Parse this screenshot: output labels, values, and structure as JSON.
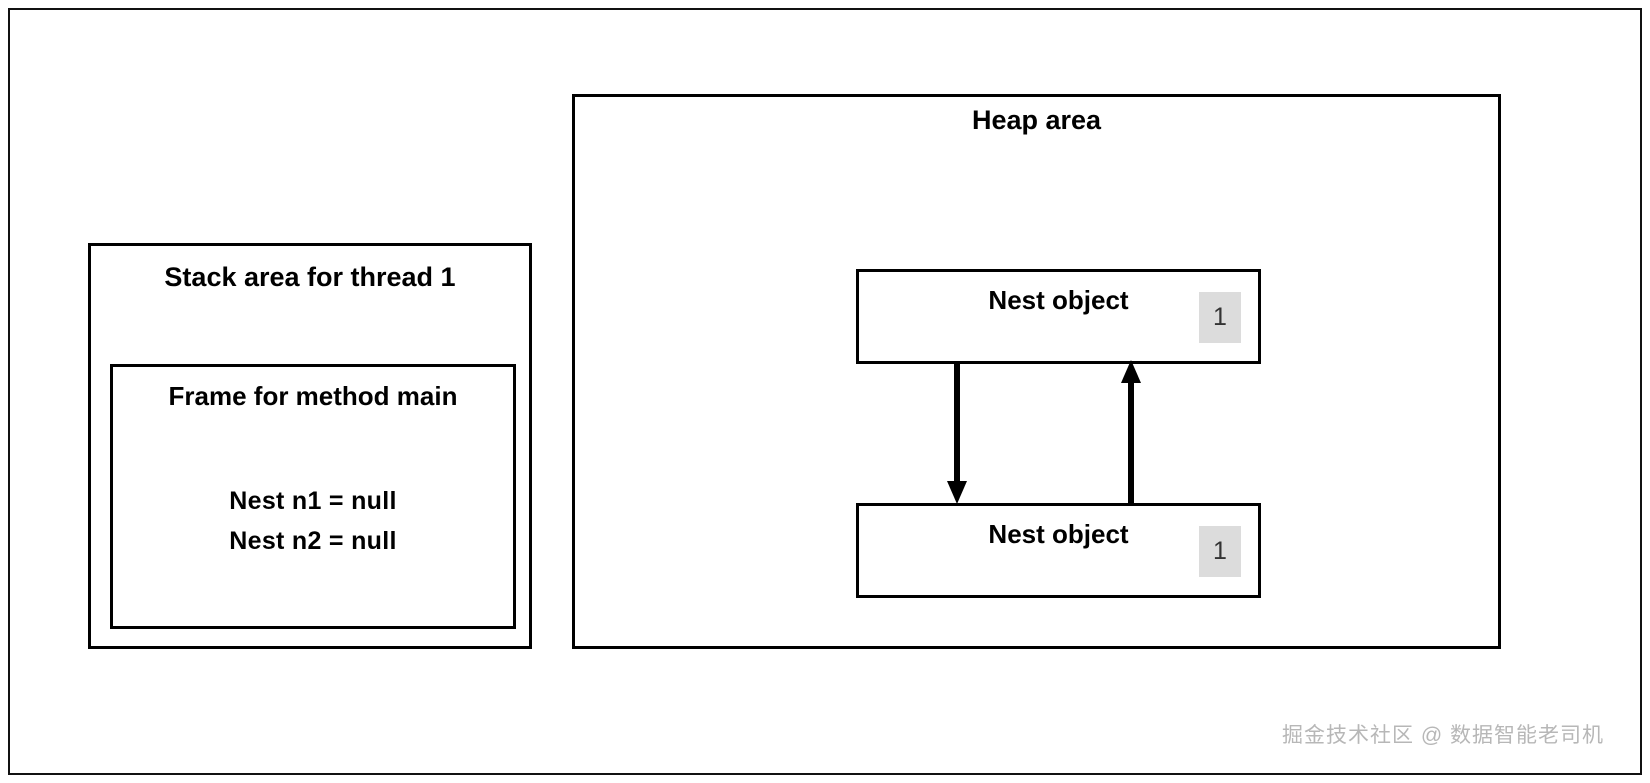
{
  "diagram": {
    "stack": {
      "title": "Stack area for thread 1",
      "frame": {
        "title": "Frame for method main",
        "variables": [
          "Nest n1 = null",
          "Nest n2 = null"
        ]
      }
    },
    "heap": {
      "title": "Heap area",
      "objects": [
        {
          "label": "Nest object",
          "ref_count": "1"
        },
        {
          "label": "Nest object",
          "ref_count": "1"
        }
      ],
      "arrows": [
        {
          "name": "arrow-down",
          "direction": "down",
          "from": "Nest object (top)",
          "to": "Nest object (bottom)"
        },
        {
          "name": "arrow-up",
          "direction": "up",
          "from": "Nest object (bottom)",
          "to": "Nest object (top)"
        }
      ]
    },
    "watermark": "掘金技术社区 @ 数据智能老司机",
    "colors": {
      "stroke": "#000000",
      "background": "#ffffff",
      "badge_fill": "#dcdcdc",
      "badge_text": "#333333",
      "watermark_text": "#b7b7b7",
      "page_background": "#d9d9d9"
    }
  }
}
